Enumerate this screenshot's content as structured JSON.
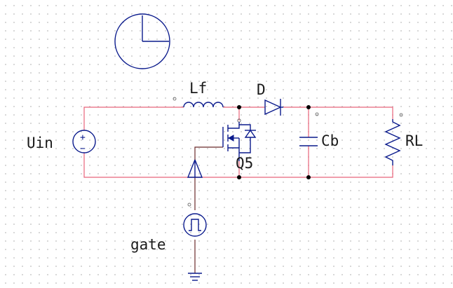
{
  "labels": {
    "inductor": "Lf",
    "diode": "D",
    "source": "Uin",
    "switch": "Q5",
    "capacitor": "Cb",
    "load": "RL",
    "gate": "gate"
  },
  "symbols": {
    "source_plus": "+",
    "source_minus": "−"
  },
  "colors": {
    "component": "#0a1a8c",
    "wire": "#e8637a",
    "gate_wire": "#6b2a2a",
    "junction": "#000000"
  },
  "icons": {
    "clock": "clock-icon",
    "ground": "ground-icon",
    "square_wave": "square-wave-source-icon"
  }
}
